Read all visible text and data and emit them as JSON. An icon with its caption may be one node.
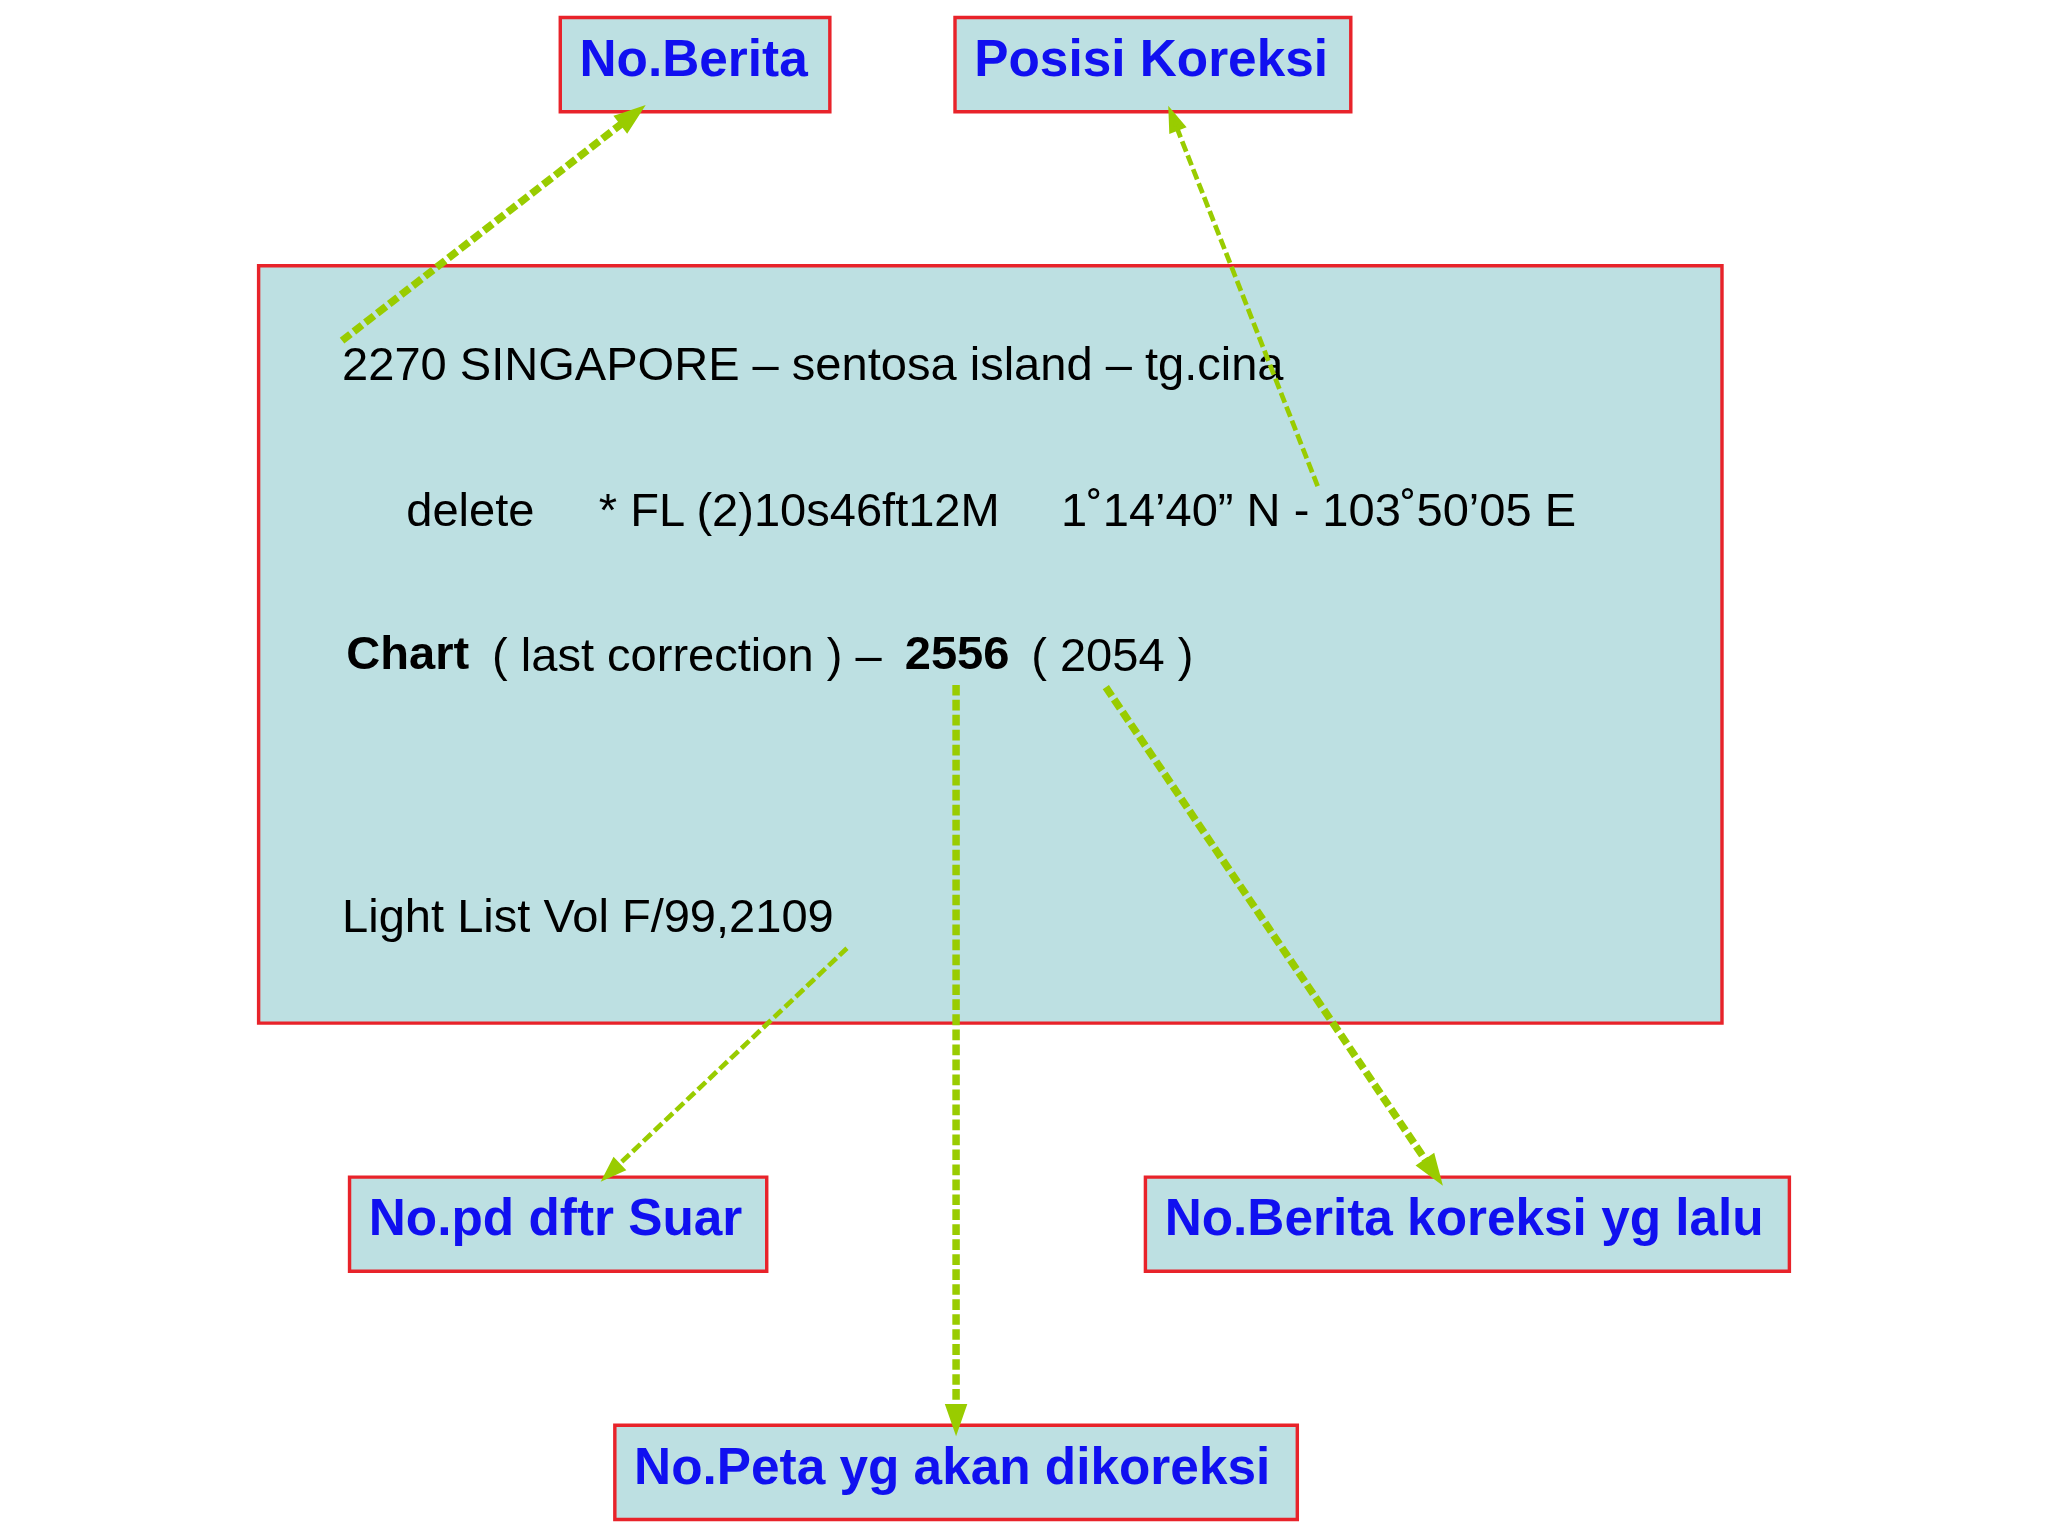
{
  "diagram": {
    "nodes": [
      {
        "text": [
          "No.Berita"
        ]
      },
      {
        "text": [
          "Posisi Koreksi"
        ]
      },
      {
        "text": [
          "2270 SINGAPORE – sentosa island – tg.cina",
          "delete",
          "* FL (2)10s46ft12M",
          "1˚14’40” N - 103˚50’05 E",
          "**Chart** ( last correction ) – **2556** ( 2054 )",
          "Light List Vol F/99,2109"
        ]
      },
      {
        "text": [
          "No.pd dftr Suar"
        ]
      },
      {
        "text": [
          "No.Berita koreksi yg lalu"
        ]
      },
      {
        "text": [
          "No.Peta yg akan dikoreksi"
        ]
      }
    ],
    "edges": [
      {
        "from": 2,
        "to": 0,
        "arrow": "to",
        "style": "dashed"
      },
      {
        "from": 2,
        "to": 1,
        "arrow": "to",
        "style": "dashed"
      },
      {
        "from": 2,
        "to": 5,
        "arrow": "to",
        "style": "dashed"
      },
      {
        "from": 2,
        "to": 4,
        "arrow": "to",
        "style": "dashed"
      },
      {
        "from": 2,
        "to": 3,
        "arrow": "to",
        "style": "dashed"
      }
    ]
  }
}
